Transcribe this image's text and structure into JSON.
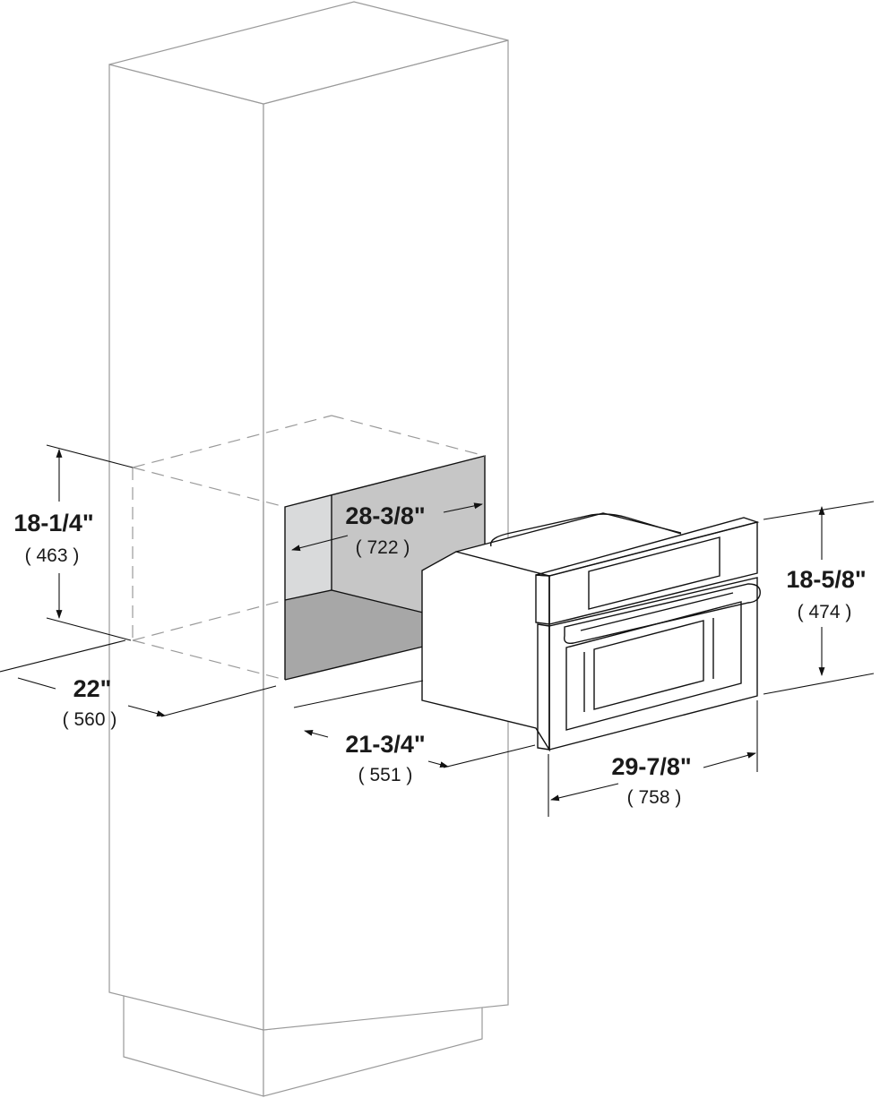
{
  "dimensions": {
    "cutout_height": {
      "imperial": "18-1/4\"",
      "metric": "( 463 )"
    },
    "cutout_depth": {
      "imperial": "22\"",
      "metric": "( 560 )"
    },
    "cutout_width": {
      "imperial": "28-3/8\"",
      "metric": "( 722 )"
    },
    "oven_depth": {
      "imperial": "21-3/4\"",
      "metric": "( 551 )"
    },
    "oven_width": {
      "imperial": "29-7/8\"",
      "metric": "( 758 )"
    },
    "oven_height": {
      "imperial": "18-5/8\"",
      "metric": "( 474 )"
    }
  },
  "colors": {
    "cutout_wall_light": "#d9dadb",
    "cutout_wall": "#c6c6c6",
    "cutout_floor": "#a7a7a7"
  }
}
